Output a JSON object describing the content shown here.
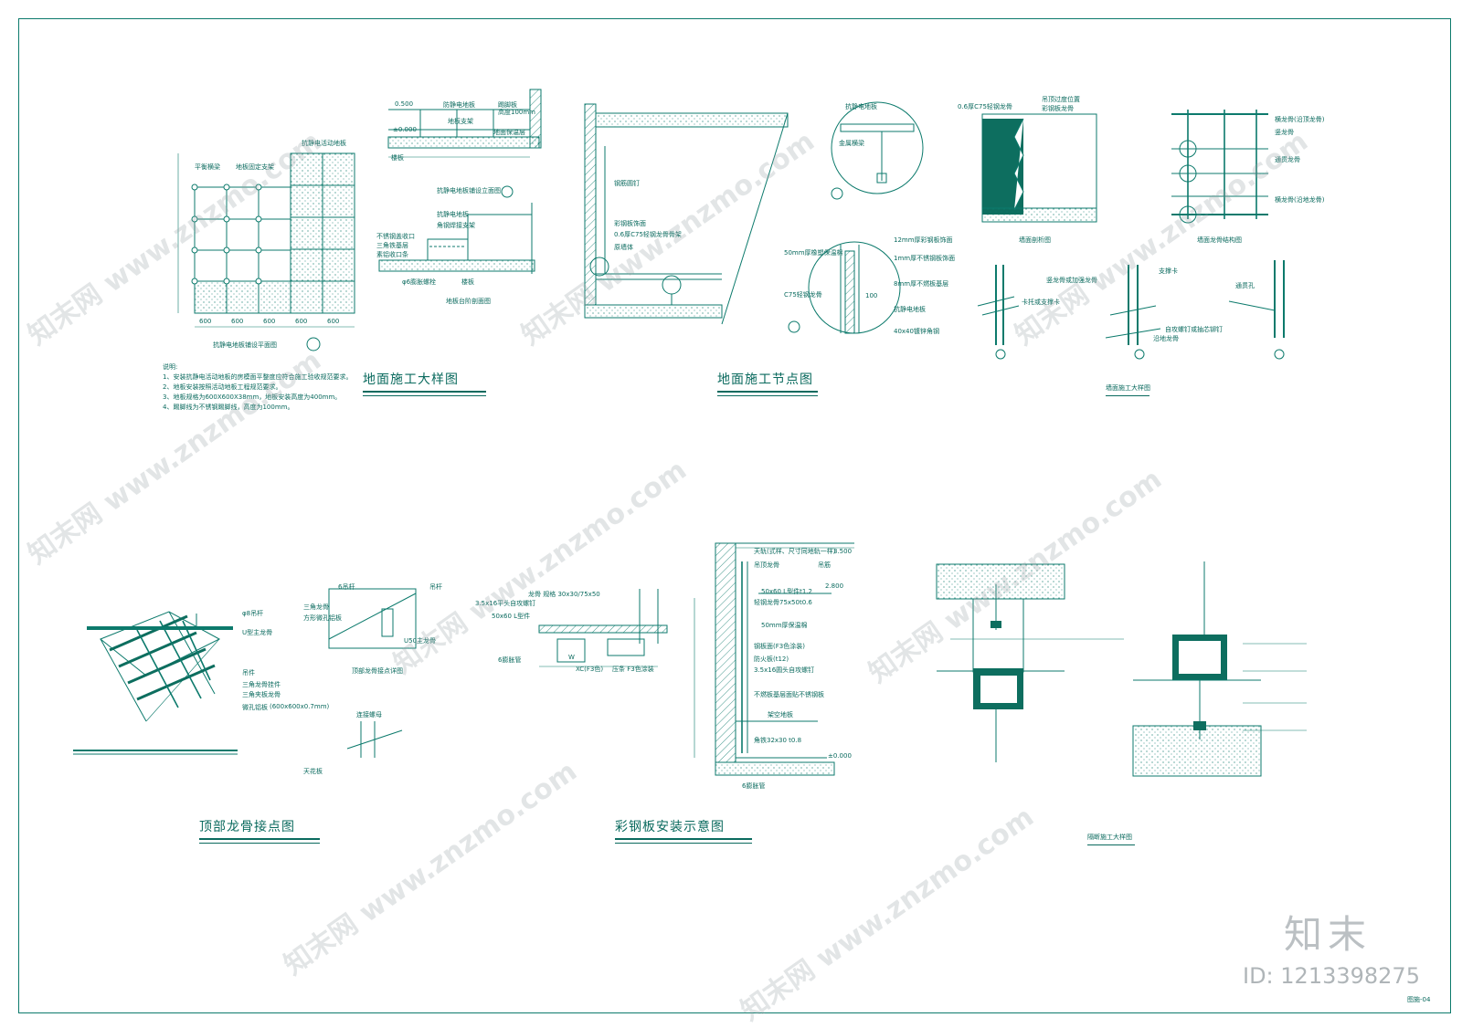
{
  "sheet": {
    "floor_detail_title": "地面施工大样图",
    "floor_node_title": "地面施工节点图",
    "wall_detail_title": "墙面施工大样图",
    "ceiling_title": "顶部龙骨接点图",
    "steel_panel_title": "彩钢板安装示意图",
    "partition_title": "隔断施工大样图",
    "sheet_number": "图施-04"
  },
  "drawing_labels": {
    "plan_title": "抗静电地板铺设平面图",
    "elevation_title": "抗静电地板铺设立面图",
    "section_title": "地板台阶剖面图",
    "wall_section_title": "墙面剖析图",
    "wall_keel_title": "墙面龙骨结构图",
    "plan_tags": [
      "抗静电活动地板",
      "平衡横梁",
      "地板固定支架"
    ],
    "elev_tags": [
      "0.500",
      "±0.000",
      "防静电地板",
      "踢脚板",
      "地板支架",
      "地面保温层",
      "高度100mm",
      "楼板"
    ],
    "section_tags": [
      "抗静电地板",
      "角钢焊接支架",
      "不锈钢盖收口",
      "三角铁基层",
      "素铝收口条",
      "φ6膨胀螺栓",
      "楼板"
    ],
    "node_tags": [
      "钢筋圆钉",
      "彩钢板饰面",
      "0.6厚C75轻钢龙骨骨架",
      "原墙体"
    ],
    "detail_tags": [
      "抗静电地板",
      "金属横梁",
      "50mm厚橡塑保温棉",
      "12mm厚彩钢板饰面",
      "1mm厚不锈钢板饰面",
      "8mm厚不燃板基层",
      "C75轻钢龙骨",
      "抗静电地板",
      "40x40镀锌角钢",
      "100"
    ],
    "wall_tags": [
      "0.6厚C75轻钢龙骨",
      "吊顶过度位置",
      "彩钢板龙骨",
      "竖龙骨",
      "通贯龙骨",
      "横龙骨(沿顶龙骨)",
      "横龙骨(沿地龙骨)",
      "支撑卡",
      "卡托或支撑卡",
      "竖龙骨或加强龙骨",
      "自攻螺钉或抽芯铆钉",
      "沿地龙骨",
      "通贯孔"
    ],
    "ceiling_tags": [
      "φ8吊杆",
      "U型主龙骨",
      "吊件",
      "三角龙骨挂件",
      "三角夹板龙骨",
      "微孔铝板",
      "(600x600x0.7mm)",
      "6吊杆",
      "三角龙骨",
      "方形微孔铝板",
      "U50主龙骨",
      "顶部龙骨接点详图",
      "吊杆",
      "连接螺母",
      "天花板"
    ],
    "steel_tags": [
      "3.5x16平头自攻螺钉",
      "50x60 L型件",
      "龙骨 规格 30x30/75x50",
      "XC(F3色)",
      "压条 F3色涂装",
      "6膨胀管",
      "W",
      "天轨(式样、尺寸同地轨一样)",
      "吊顶龙骨",
      "吊筋",
      "50x60 L型件t1.2",
      "轻钢龙骨75x50t0.6",
      "50mm厚保温棉",
      "钢板面(F3色涂装)",
      "防火板(t12)",
      "3.5x16圆头自攻螺钉",
      "不燃板基层面贴不锈钢板",
      "架空地板",
      "角铁32x30 t0.8",
      "6膨胀管",
      "3.500",
      "2.800",
      "±0.000"
    ]
  },
  "notes": {
    "heading": "说明:",
    "items": [
      "1、安装抗静电活动地板的房模面平整度应符合施工验收规范要求。",
      "2、地板安装按照活动地板工程规范要求。",
      "3、地板规格为600X600X38mm，地板安装高度为400mm。",
      "4、踢脚线为不锈钢踢脚线，高度为100mm。"
    ]
  },
  "plan_dimensions": [
    "600",
    "600",
    "600",
    "600",
    "600"
  ],
  "watermark": {
    "brand": "知末",
    "id_text": "ID: 1213398275",
    "site": "www.znzmo.com",
    "brand_cn": "知末网"
  },
  "colors": {
    "line": "#0c7a6c",
    "text": "#0a6a5e",
    "hatch": "#0d6e5f",
    "watermark": "#9aa3a8"
  }
}
